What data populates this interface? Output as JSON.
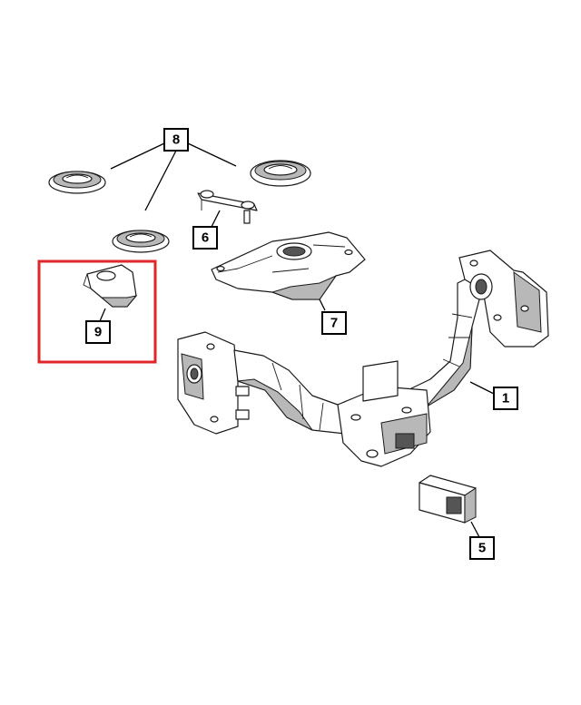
{
  "callouts": {
    "c1": "1",
    "c5": "5",
    "c6": "6",
    "c7": "7",
    "c8": "8",
    "c9": "9"
  },
  "highlight": {
    "part": "9",
    "color": "#e0262a"
  },
  "colors": {
    "line": "#000000",
    "shade": "#b8b8b8",
    "background": "#ffffff"
  }
}
